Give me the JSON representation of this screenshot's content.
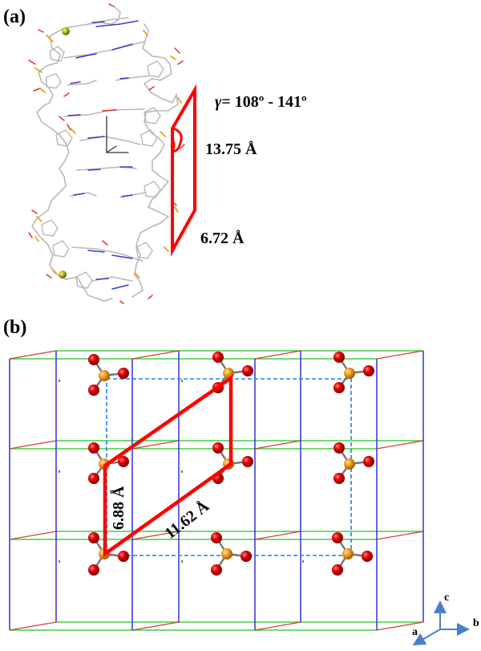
{
  "figure": {
    "panel_a": {
      "label": "(a)",
      "angle_symbol": "γ",
      "angle_text": "= 108º - 141º",
      "length_long": "13.75 Å",
      "length_short": "6.72 Å",
      "colors": {
        "unit_cell": "#ff0000",
        "backbone": "#b8b8b8",
        "oxygen": "#e03030",
        "nitrogen": "#3a3ad0",
        "phosphorus": "#e8a020",
        "metal": "#b5b520"
      }
    },
    "panel_b": {
      "label": "(b)",
      "length_vertical": "6.88 Å",
      "length_diagonal": "11.62 Å",
      "axes": {
        "a": "a",
        "b": "b",
        "c": "c"
      },
      "colors": {
        "cell_edge_vertical": "#4040d0",
        "cell_edge_horizontal": "#40d040",
        "cell_edge_depth": "#d04040",
        "supercell_dashed": "#2080e0",
        "highlight_cell": "#ff0000",
        "phosphorus_atom": "#f0a020",
        "oxygen_atom": "#e00000",
        "axis_arrow": "#4a80c8"
      }
    }
  }
}
